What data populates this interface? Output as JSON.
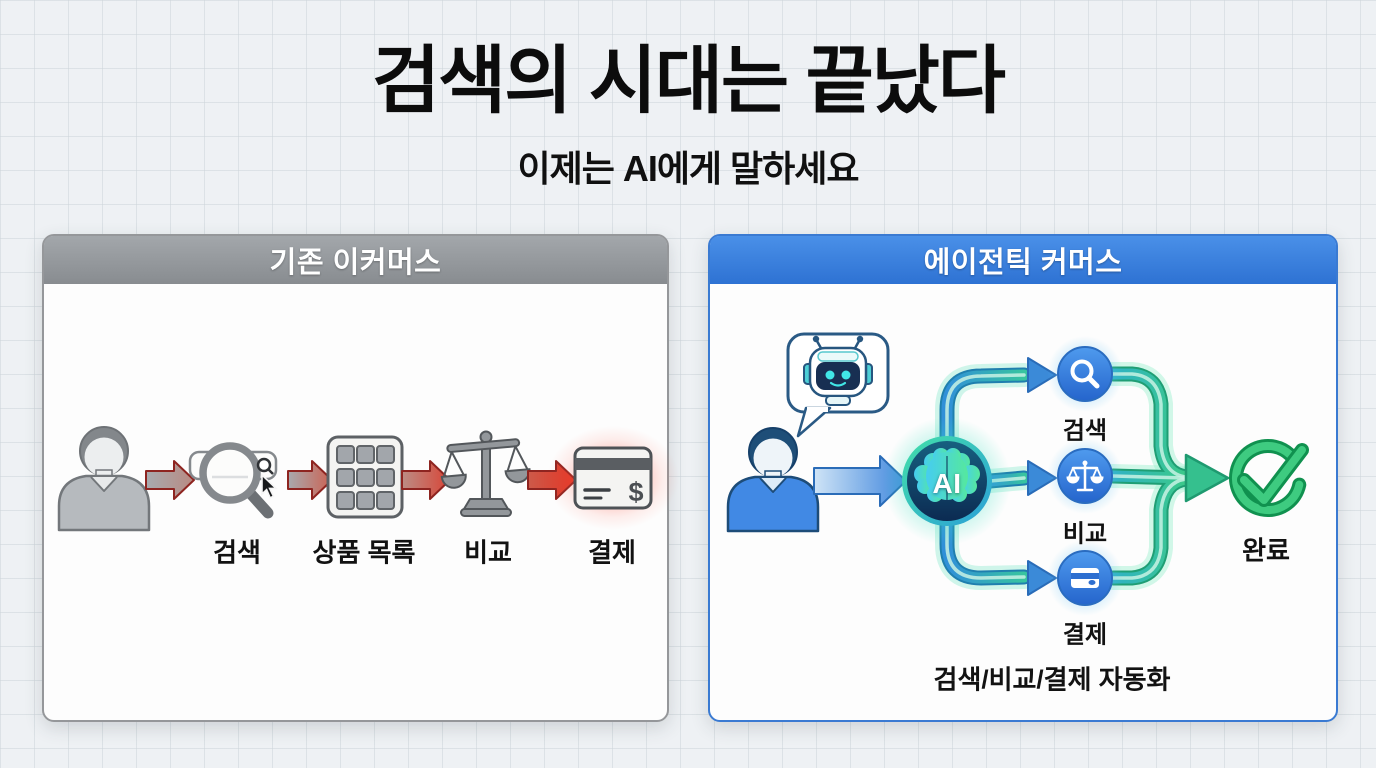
{
  "page": {
    "title": "검색의 시대는 끝났다",
    "subtitle": "이제는 AI에게 말하세요"
  },
  "left_panel": {
    "header": "기존 이커머스",
    "header_color": "#8f9499",
    "steps": [
      {
        "label": "검색",
        "icon": "search-magnifier"
      },
      {
        "label": "상품 목록",
        "icon": "product-grid"
      },
      {
        "label": "비교",
        "icon": "balance-scale"
      },
      {
        "label": "결제",
        "icon": "credit-card"
      }
    ],
    "card_symbol": "$",
    "arrow_colors": {
      "start_gray": "#a7abaf",
      "end_red": "#e23323"
    },
    "payment_glow_color": "#ff4638"
  },
  "right_panel": {
    "header": "에이전틱 커머스",
    "header_color": "#3b7fdd",
    "ai_label": "AI",
    "nodes": [
      {
        "label": "검색",
        "icon": "search"
      },
      {
        "label": "비교",
        "icon": "balance-scale"
      },
      {
        "label": "결제",
        "icon": "credit-card"
      }
    ],
    "result_label": "완료",
    "caption": "검색/비교/결제 자동화",
    "flow_colors": {
      "blue": "#3f86dd",
      "teal": "#35c2a2",
      "check_green": "#3ecb80"
    }
  }
}
